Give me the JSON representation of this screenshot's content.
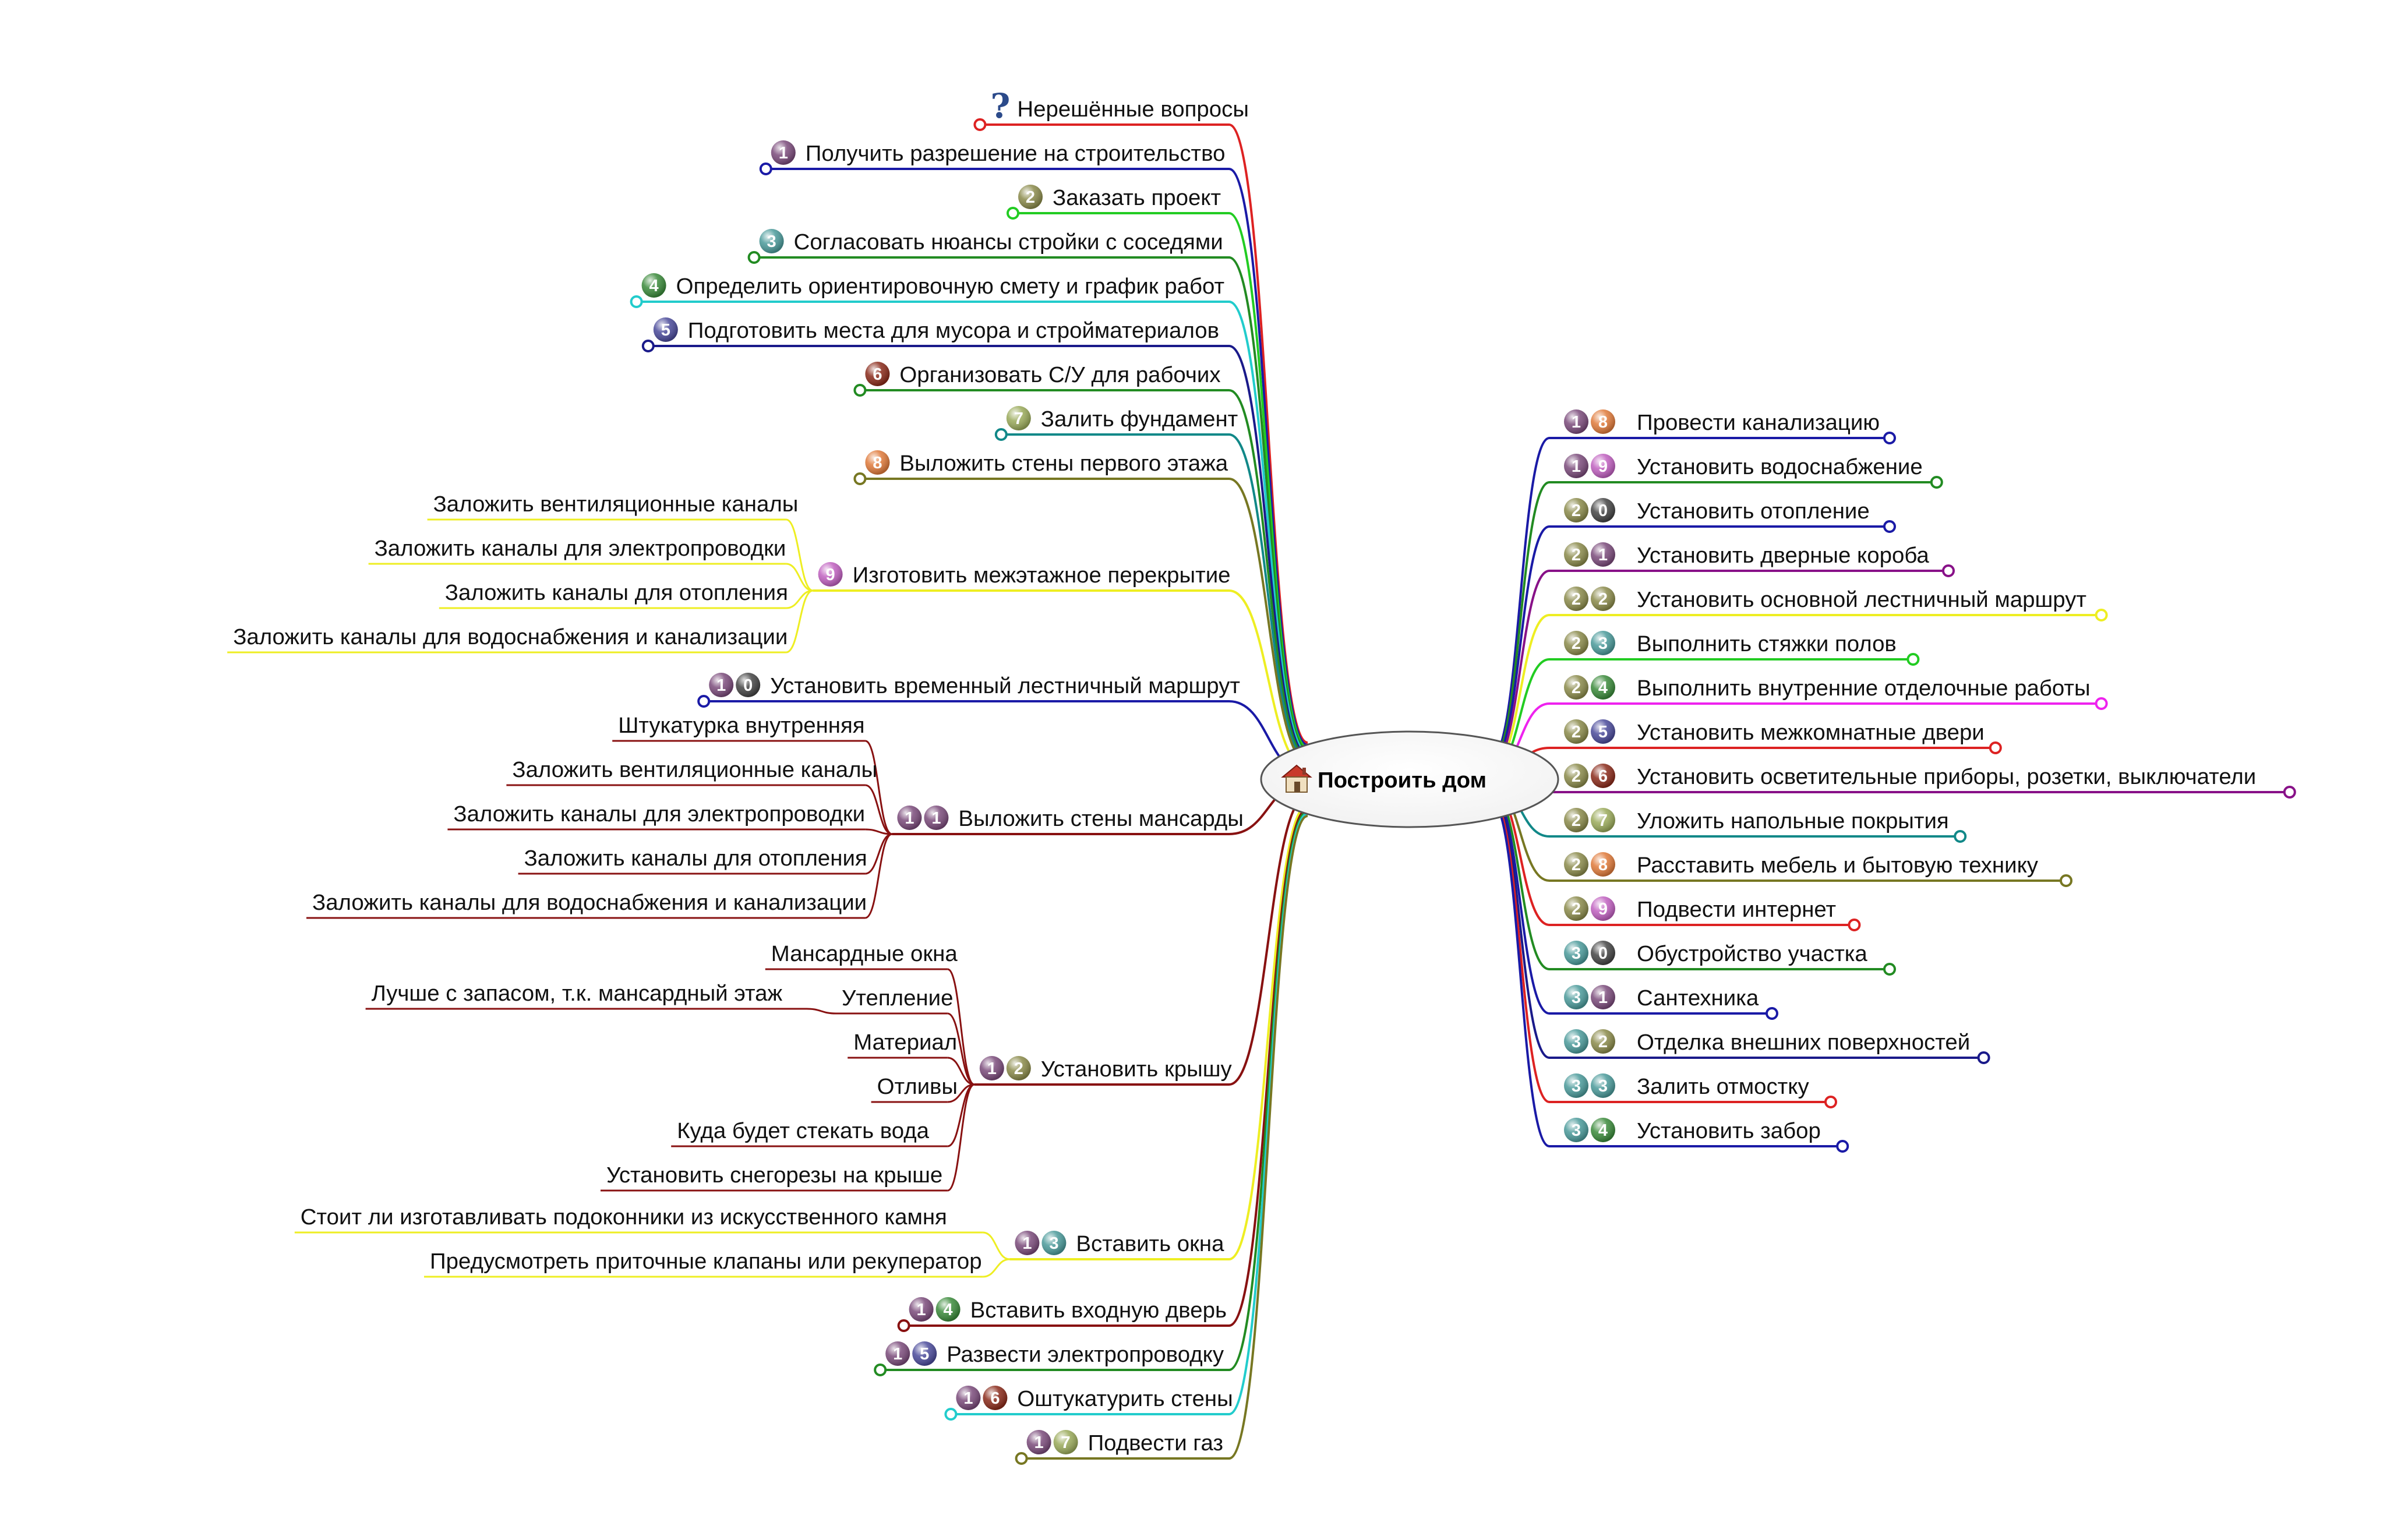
{
  "root": {
    "label": "Построить дом",
    "icon": "house-icon"
  },
  "left": [
    {
      "icon": "question",
      "label": "Нерешённые вопросы",
      "color": "#dd2222"
    },
    {
      "num": "1",
      "label": "Получить разрешение на строительство",
      "color": "#1a1aa6"
    },
    {
      "num": "2",
      "label": "Заказать проект",
      "color": "#22cc22"
    },
    {
      "num": "3",
      "label": "Согласовать нюансы стройки с соседями",
      "color": "#228b22"
    },
    {
      "num": "4",
      "label": "Определить ориентировочную смету и график работ",
      "color": "#22cccc"
    },
    {
      "num": "5",
      "label": "Подготовить места для мусора и стройматериалов",
      "color": "#1a1a8a"
    },
    {
      "num": "6",
      "label": "Организовать С/У для рабочих",
      "color": "#228b22"
    },
    {
      "num": "7",
      "label": "Залить фундамент",
      "color": "#118888"
    },
    {
      "num": "8",
      "label": "Выложить стены первого этажа",
      "color": "#777722"
    },
    {
      "num": "9",
      "label": "Изготовить межэтажное перекрытие",
      "color": "#eeee22",
      "children": [
        "Заложить вентиляционные каналы",
        "Заложить каналы для электропроводки",
        "Заложить каналы для отопления",
        "Заложить каналы для водоснабжения и канализации"
      ]
    },
    {
      "num": "10",
      "label": "Установить временный лестничный маршрут",
      "color": "#1a1aa6"
    },
    {
      "num": "11",
      "label": "Выложить стены мансарды",
      "color": "#881111",
      "children": [
        "Штукатурка внутренняя",
        "Заложить вентиляционные каналы",
        "Заложить каналы для электропроводки",
        "Заложить каналы для отопления",
        "Заложить каналы для водоснабжения и канализации"
      ]
    },
    {
      "num": "12",
      "label": "Установить крышу",
      "color": "#881111",
      "children": [
        "Мансардные окна",
        "Утепление",
        "Материал",
        "Отливы",
        "Куда будет стекать вода",
        "Установить снегорезы на крыше"
      ],
      "grandchild": "Лучше с запасом, т.к. мансардный этаж"
    },
    {
      "num": "13",
      "label": "Вставить окна",
      "color": "#eeee22",
      "children": [
        "Стоит ли изготавливать подоконники из искусственного камня",
        "Предусмотреть приточные клапаны или рекуператор"
      ]
    },
    {
      "num": "14",
      "label": "Вставить входную дверь",
      "color": "#881111"
    },
    {
      "num": "15",
      "label": "Развести электропроводку",
      "color": "#228b22"
    },
    {
      "num": "16",
      "label": "Оштукатурить стены",
      "color": "#22cccc"
    },
    {
      "num": "17",
      "label": "Подвести газ",
      "color": "#777722"
    }
  ],
  "right": [
    {
      "num": "18",
      "label": "Провести канализацию",
      "color": "#1a1aa6"
    },
    {
      "num": "19",
      "label": "Установить водоснабжение",
      "color": "#228b22"
    },
    {
      "num": "20",
      "label": "Установить отопление",
      "color": "#1a1aa6"
    },
    {
      "num": "21",
      "label": "Установить дверные короба",
      "color": "#881188"
    },
    {
      "num": "22",
      "label": "Установить основной лестничный маршрут",
      "color": "#eeee22"
    },
    {
      "num": "23",
      "label": "Выполнить стяжки полов",
      "color": "#22cc22"
    },
    {
      "num": "24",
      "label": "Выполнить внутренние отделочные работы",
      "color": "#ee22ee"
    },
    {
      "num": "25",
      "label": "Установить межкомнатные двери",
      "color": "#dd2222"
    },
    {
      "num": "26",
      "label": "Установить осветительные приборы, розетки, выключатели",
      "color": "#881188"
    },
    {
      "num": "27",
      "label": "Уложить напольные покрытия",
      "color": "#118888"
    },
    {
      "num": "28",
      "label": "Расставить мебель и бытовую технику",
      "color": "#777722"
    },
    {
      "num": "29",
      "label": "Подвести интернет",
      "color": "#dd2222"
    },
    {
      "num": "30",
      "label": "Обустройство участка",
      "color": "#228b22"
    },
    {
      "num": "31",
      "label": "Сантехника",
      "color": "#1a1aa6"
    },
    {
      "num": "32",
      "label": "Отделка внешних поверхностей",
      "color": "#1a1a8a"
    },
    {
      "num": "33",
      "label": "Залить отмостку",
      "color": "#dd2222"
    },
    {
      "num": "34",
      "label": "Установить забор",
      "color": "#1a1aa6"
    }
  ],
  "digit_colors": {
    "0": "#444444",
    "1": "#7a4a7a",
    "2": "#8a8a4a",
    "3": "#4a9a9a",
    "4": "#3a8a3a",
    "5": "#4a4a9a",
    "6": "#8a2a1a",
    "7": "#9aaa5a",
    "8": "#e07a3a",
    "9": "#c060c0"
  }
}
